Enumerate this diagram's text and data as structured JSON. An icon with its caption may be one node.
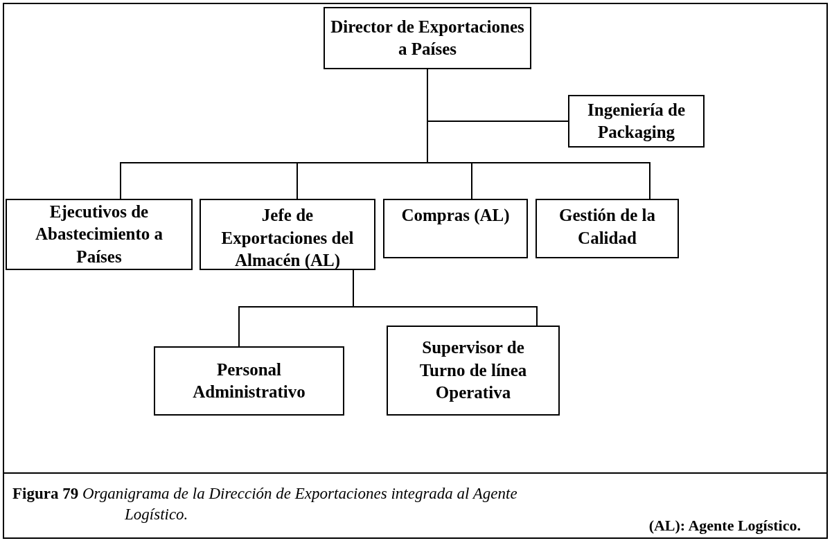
{
  "diagram": {
    "caption": "**Figura 79** *Organigrama de la Dirección de Exportaciones integrada al Agente Logístico.*",
    "nodes": [
      {
        "text": [
          "Director de Exportaciones a Países"
        ]
      },
      {
        "text": [
          "Ingeniería de Packaging"
        ]
      },
      {
        "text": [
          "Ejecutivos de Abastecimiento a Países"
        ]
      },
      {
        "text": [
          "Jefe de Exportaciones del Almacén (AL)"
        ]
      },
      {
        "text": [
          "Compras (AL)"
        ]
      },
      {
        "text": [
          "Gestión de la Calidad"
        ]
      },
      {
        "text": [
          "Personal Administrativo"
        ]
      },
      {
        "text": [
          "Supervisor de Turno de línea Operativa"
        ]
      }
    ],
    "edges": [
      {
        "from": 0,
        "to": 1,
        "arrow": "none"
      },
      {
        "from": 0,
        "to": 2,
        "arrow": "none"
      },
      {
        "from": 0,
        "to": 3,
        "arrow": "none"
      },
      {
        "from": 0,
        "to": 4,
        "arrow": "none"
      },
      {
        "from": 0,
        "to": 5,
        "arrow": "none"
      },
      {
        "from": 3,
        "to": 6,
        "arrow": "none"
      },
      {
        "from": 3,
        "to": 7,
        "arrow": "none"
      }
    ],
    "labels": [
      "(AL): Agente Logístico."
    ]
  }
}
